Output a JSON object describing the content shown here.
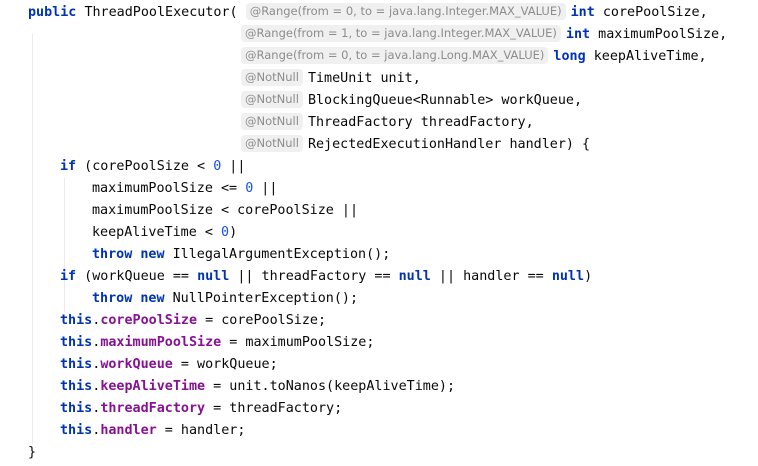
{
  "code": {
    "sig": {
      "kw_public": "public",
      "ctor_name": "ThreadPoolExecutor(",
      "p1_hint": "@Range(from = 0, to = java.lang.Integer.MAX_VALUE)",
      "p1_type": "int",
      "p1_name": "corePoolSize,",
      "p2_hint": "@Range(from = 1, to = java.lang.Integer.MAX_VALUE)",
      "p2_type": "int",
      "p2_name": "maximumPoolSize,",
      "p3_hint": "@Range(from = 0, to = java.lang.Long.MAX_VALUE)",
      "p3_type": "long",
      "p3_name": "keepAliveTime,",
      "p4_hint": "@NotNull",
      "p4_rest": "TimeUnit unit,",
      "p5_hint": "@NotNull",
      "p5_rest": "BlockingQueue<Runnable> workQueue,",
      "p6_hint": "@NotNull",
      "p6_rest": "ThreadFactory threadFactory,",
      "p7_hint": "@NotNull",
      "p7_rest": "RejectedExecutionHandler handler) {"
    },
    "if1": {
      "kw_if": "if",
      "l1_a": " (corePoolSize < ",
      "zero": "0",
      "or": " ||",
      "l2_a": "maximumPoolSize <= ",
      "l3": "maximumPoolSize < corePoolSize ||",
      "l4_a": "keepAliveTime < ",
      "l4_b": ")",
      "kw_throw": "throw",
      "kw_new": "new",
      "exc": " IllegalArgumentException();"
    },
    "if2": {
      "kw_if": "if",
      "a": " (workQueue == ",
      "kw_null": "null",
      "b": " || threadFactory == ",
      "c": " || handler == ",
      "d": ")",
      "kw_throw": "throw",
      "kw_new": "new",
      "exc": " NullPointerException();"
    },
    "assign": {
      "kw_this": "this",
      "dot": ".",
      "f1": "corePoolSize",
      "r1": " = corePoolSize;",
      "f2": "maximumPoolSize",
      "r2": " = maximumPoolSize;",
      "f3": "workQueue",
      "r3": " = workQueue;",
      "f4": "keepAliveTime",
      "r4": " = unit.toNanos(keepAliveTime);",
      "f5": "threadFactory",
      "r5": " = threadFactory;",
      "f6": "handler",
      "r6": " = handler;"
    },
    "close_brace": "}"
  }
}
